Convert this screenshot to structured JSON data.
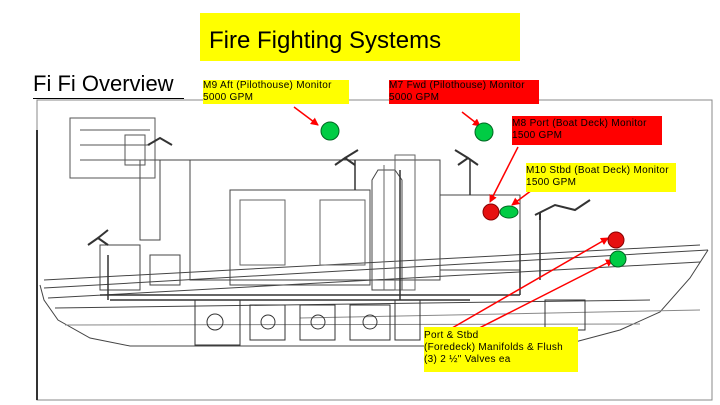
{
  "slide": {
    "title": "Fire Fighting Systems",
    "section": "Fi Fi Overview"
  },
  "callouts": {
    "m9": {
      "line1": "M9 Aft (Pilothouse) Monitor",
      "line2": "5000 GPM",
      "color": "#ffff00"
    },
    "m7": {
      "line1": "M7 Fwd (Pilothouse) Monitor",
      "line2": "5000 GPM",
      "color": "#ff0000"
    },
    "m8": {
      "line1": "M8 Port (Boat Deck) Monitor",
      "line2": "1500 GPM",
      "color": "#ff0000"
    },
    "m10": {
      "line1": "M10 Stbd (Boat Deck) Monitor",
      "line2": "1500 GPM",
      "color": "#ffff00"
    },
    "manifold": {
      "line1": "Port & Stbd",
      "line2": "(Foredeck) Manifolds & Flush",
      "line3": "(3) 2 ½\" Valves ea",
      "color": "#ffff00"
    }
  },
  "colors": {
    "title_background": "#ffff00",
    "arrow": "#ff0000",
    "marker_green": "#00cc44",
    "marker_red": "#e61010",
    "drawing_line": "#444444"
  },
  "icons": [
    "monitor-nozzle-icon",
    "valve-marker-icon"
  ]
}
